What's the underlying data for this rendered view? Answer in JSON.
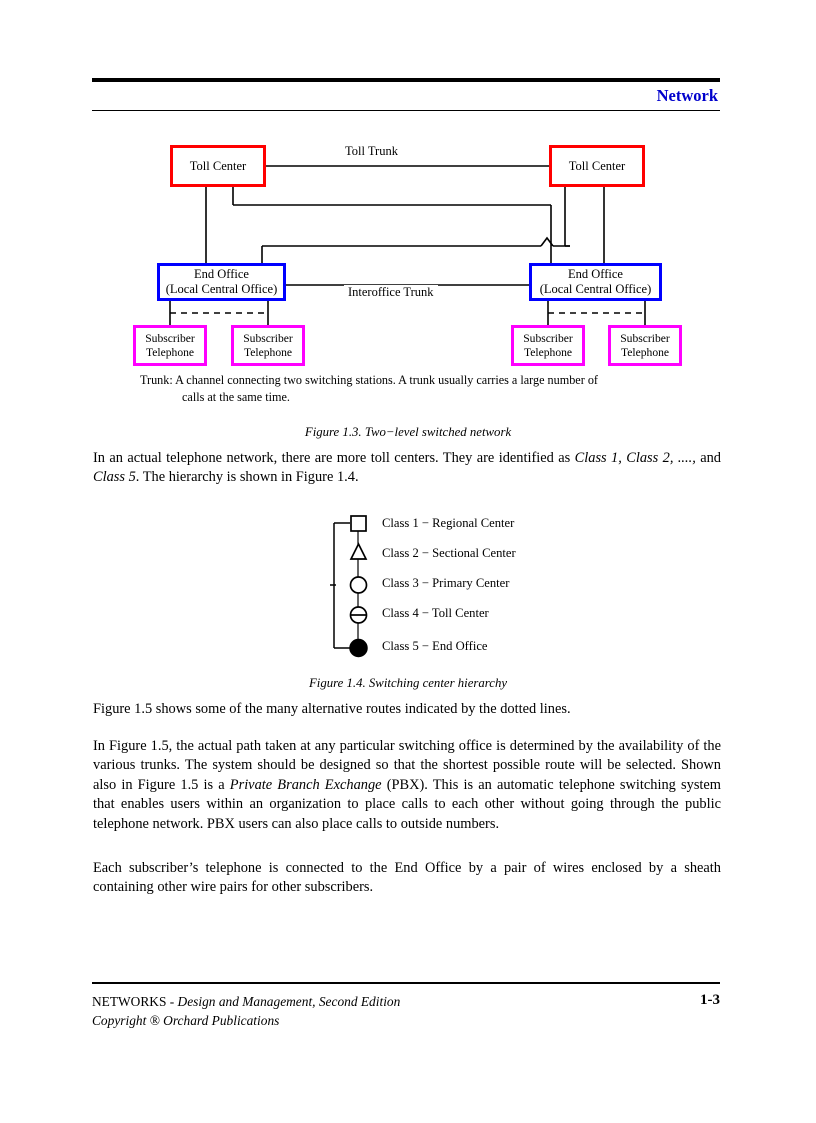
{
  "header": {
    "title": "Network",
    "title_color": "#0000CC"
  },
  "figure13": {
    "nodes": {
      "toll_left": "Toll Center",
      "toll_right": "Toll Center",
      "end_office_line1": "End Office",
      "end_office_line2": "(Local Central Office)",
      "subscriber_line1": "Subscriber",
      "subscriber_line2": "Telephone"
    },
    "labels": {
      "toll_trunk": "Toll Trunk",
      "interoffice_trunk": "Interoffice Trunk"
    },
    "colors": {
      "toll_border": "#FF0000",
      "end_office_border": "#0000FF",
      "subscriber_border": "#FF00FF",
      "line": "#000000"
    },
    "note": {
      "line1": "Trunk: A channel connecting two switching stations. A trunk usually carries a large number of",
      "line2": "calls at the same time."
    },
    "caption": "Figure 1.3.  Two−level switched network"
  },
  "paragraphs": {
    "p1_a": "In an actual telephone network, there are more toll centers. They are identified as ",
    "p1_i1": "Class 1, Class 2, ...., ",
    "p1_b": "and ",
    "p1_i2": "Class 5",
    "p1_c": ". The hierarchy is shown in Figure 1.4.",
    "p2": "Figure 1.5 shows some of the many alternative routes indicated by the dotted lines.",
    "p3_a": "In Figure 1.5, the actual path taken at any particular switching office is determined by the availability of the various trunks. The system should be designed so that the shortest possible route will be selected. Shown also in Figure 1.5 is a ",
    "p3_i": "Private Branch Exchange",
    "p3_b": " (PBX). This is an automatic telephone switching system that enables users within an organization to place calls to each other without going through the public telephone network. PBX users can also place calls to outside numbers.",
    "p4": "Each subscriber’s telephone is connected to the End Office by a pair of wires enclosed by a sheath containing other wire pairs for other subscribers."
  },
  "figure14": {
    "caption": "Figure 1.4.  Switching center hierarchy",
    "rows": [
      {
        "symbol": "square-symbol",
        "label": "Class 1 − Regional Center"
      },
      {
        "symbol": "triangle-symbol",
        "label": "Class 2 − Sectional Center"
      },
      {
        "symbol": "circle-symbol",
        "label": "Class 3 − Primary Center"
      },
      {
        "symbol": "barred-circle-symbol",
        "label": "Class 4 − Toll Center"
      },
      {
        "symbol": "filled-circle-symbol",
        "label": "Class 5 − End Office"
      }
    ]
  },
  "footer": {
    "line1_caps": "NETWORKS",
    "line1_rest": " - Design and Management, Second Edition",
    "line2": "Copyright ®  Orchard Publications",
    "page": "1-3"
  }
}
